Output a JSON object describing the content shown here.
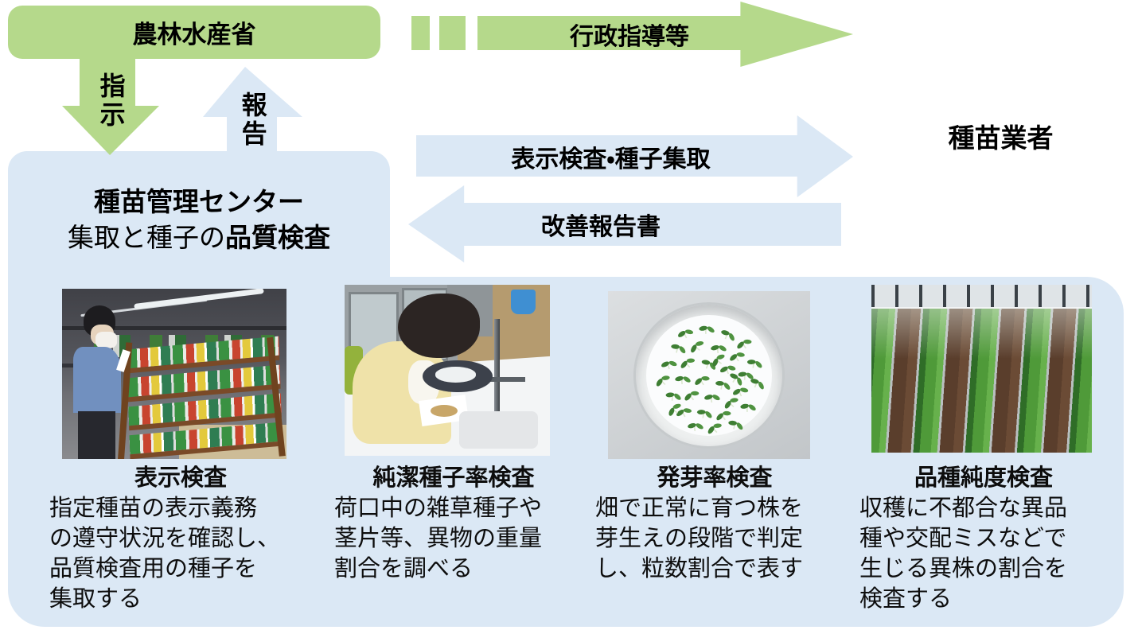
{
  "colors": {
    "green": "#b5d98b",
    "blue": "#dbe8f5",
    "box_white": "#ffffff",
    "text": "#000000"
  },
  "top": {
    "ministry_label": "農林水産省",
    "instruction_label": "指示",
    "report_label": "報告",
    "guidance_arrow_label": "行政指導等",
    "dealer_label": "種苗業者"
  },
  "center": {
    "inspection_arrow_label": "表示検査・種子集取",
    "improvement_arrow_label": "改善報告書",
    "title": "種苗管理センター",
    "subtitle_prefix": "集取と種子の",
    "subtitle_bold": "品質検査"
  },
  "inspections": [
    {
      "title": "表示検査",
      "description": "指定種苗の表示義務\nの遵守状況を確認し、\n品質検査用の種子を\n集取する",
      "photo": "seed-packet-shelf-inspection"
    },
    {
      "title": "純潔種子率検査",
      "description": "荷口中の雑草種子や\n茎片等、異物の重量\n割合を調べる",
      "photo": "magnifier-seed-examination"
    },
    {
      "title": "発芽率検査",
      "description": "畑で正常に育つ株を\n芽生えの段階で判定\nし、粒数割合で表す",
      "photo": "petri-dish-seedlings"
    },
    {
      "title": "品種純度検査",
      "description": "収穫に不都合な異品\n種や交配ミスなどで\n生じる異株の割合を\n検査する",
      "photo": "lettuce-field-rows"
    }
  ]
}
